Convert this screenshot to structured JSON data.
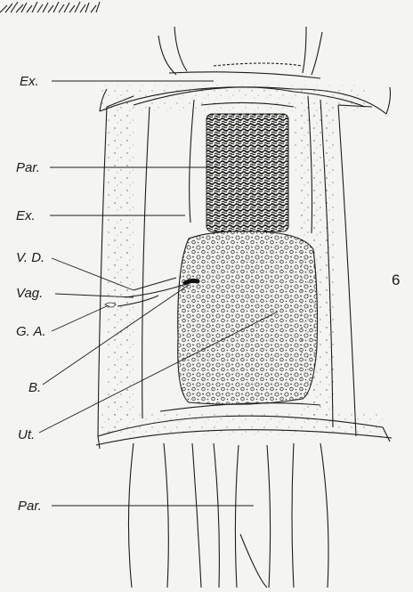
{
  "figure": {
    "number": "6",
    "labels": {
      "ex_top": "Ex.",
      "par_top": "Par.",
      "ex_mid": "Ex.",
      "vd": "V. D.",
      "vag": "Vag.",
      "ga": "G. A.",
      "b": "B.",
      "ut": "Ut.",
      "par_bottom": "Par."
    }
  }
}
